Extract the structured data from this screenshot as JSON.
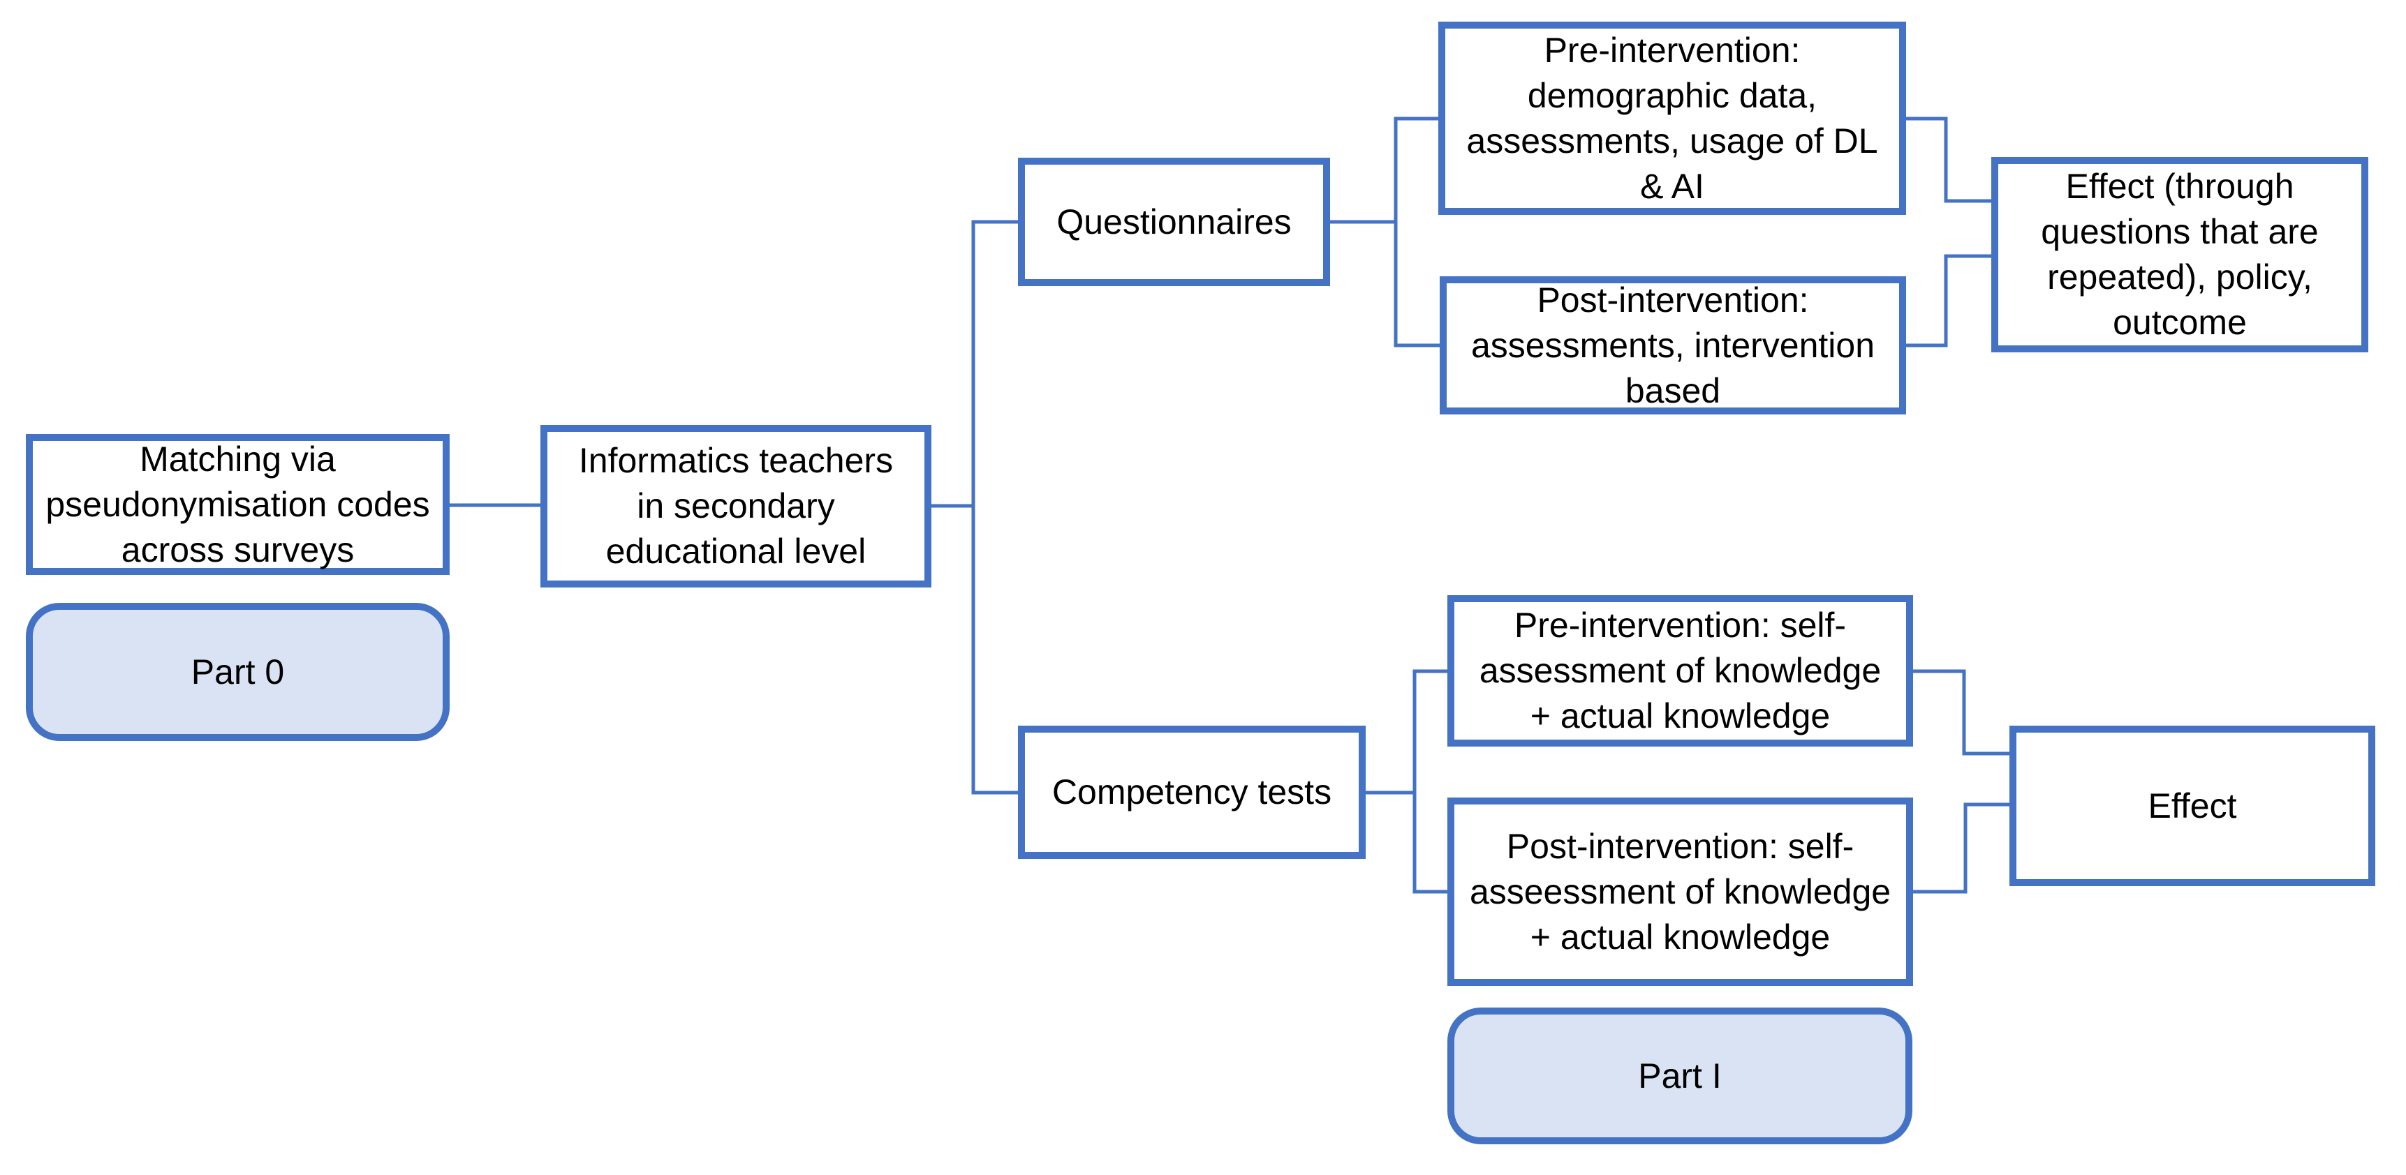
{
  "diagram": {
    "colors": {
      "accent": "#4472C4",
      "part_fill": "#DAE3F3",
      "node_fill": "#FFFFFF",
      "text": "#000000",
      "background": "#FFFFFF"
    },
    "nodes": {
      "matching": {
        "label": "Matching via\npseudonymisation codes\nacross surveys"
      },
      "part0": {
        "label": "Part 0"
      },
      "informatics": {
        "label": "Informatics teachers\nin secondary\neducational level"
      },
      "questionnaires": {
        "label": "Questionnaires"
      },
      "competency": {
        "label": "Competency tests"
      },
      "pre_questionnaire": {
        "label": "Pre-intervention:\ndemographic data,\nassessments, usage of DL\n& AI"
      },
      "post_questionnaire": {
        "label": "Post-intervention:\nassessments, intervention\nbased"
      },
      "effect_questionnaire": {
        "label": "Effect (through\nquestions that are\nrepeated), policy,\noutcome"
      },
      "pre_competency": {
        "label": "Pre-intervention: self-\nassessment of knowledge\n+ actual knowledge"
      },
      "post_competency": {
        "label": "Post-intervention: self-\nasseessment of knowledge\n+ actual knowledge"
      },
      "effect_competency": {
        "label": "Effect"
      },
      "part1": {
        "label": "Part I"
      }
    },
    "edges": [
      {
        "from": "matching",
        "to": "informatics"
      },
      {
        "from": "informatics",
        "to": "questionnaires"
      },
      {
        "from": "informatics",
        "to": "competency"
      },
      {
        "from": "questionnaires",
        "to": "pre_questionnaire"
      },
      {
        "from": "questionnaires",
        "to": "post_questionnaire"
      },
      {
        "from": "pre_questionnaire",
        "to": "effect_questionnaire"
      },
      {
        "from": "post_questionnaire",
        "to": "effect_questionnaire"
      },
      {
        "from": "competency",
        "to": "pre_competency"
      },
      {
        "from": "competency",
        "to": "post_competency"
      },
      {
        "from": "pre_competency",
        "to": "effect_competency"
      },
      {
        "from": "post_competency",
        "to": "effect_competency"
      }
    ]
  }
}
